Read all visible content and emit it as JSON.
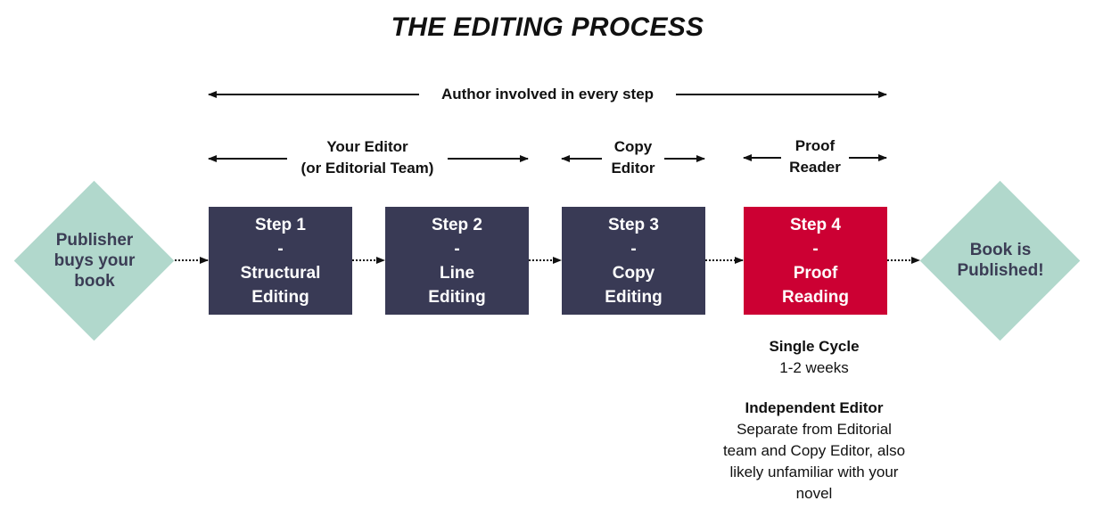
{
  "title": "THE EDITING PROCESS",
  "author_span": "Author involved in every step",
  "roles": {
    "editor": [
      "Your Editor",
      "(or Editorial Team)"
    ],
    "copy": [
      "Copy",
      "Editor"
    ],
    "proof": [
      "Proof",
      "Reader"
    ]
  },
  "start": [
    "Publisher",
    "buys your",
    "book"
  ],
  "end": [
    "Book is",
    "Published!"
  ],
  "steps": [
    {
      "head": "Step 1",
      "sep": "-",
      "l1": "Structural",
      "l2": "Editing"
    },
    {
      "head": "Step 2",
      "sep": "-",
      "l1": "Line",
      "l2": "Editing"
    },
    {
      "head": "Step 3",
      "sep": "-",
      "l1": "Copy",
      "l2": "Editing"
    },
    {
      "head": "Step 4",
      "sep": "-",
      "l1": "Proof",
      "l2": "Reading"
    }
  ],
  "notes": {
    "cycle_title": "Single Cycle",
    "cycle_text": "1-2 weeks",
    "independent_title": "Independent Editor",
    "independent_lines": [
      "Separate from Editorial",
      "team and Copy Editor, also",
      "likely unfamiliar with your",
      "novel"
    ]
  },
  "colors": {
    "step_bg": "#393a55",
    "highlight_bg": "#cc0033",
    "diamond_bg": "#b1d8cc",
    "diamond_text": "#3b3d55"
  }
}
